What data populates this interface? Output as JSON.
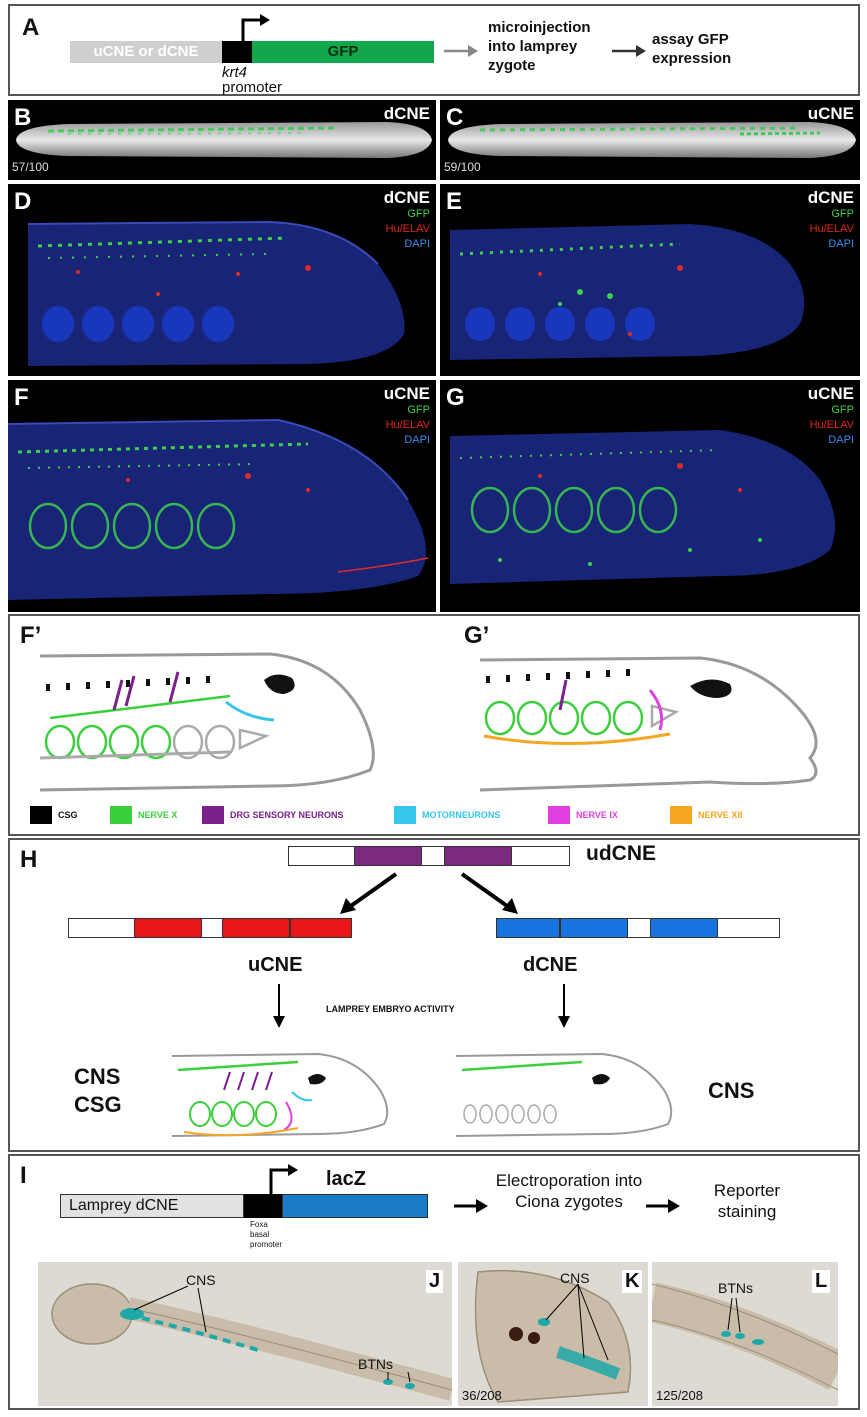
{
  "panel_a": {
    "label": "A",
    "box_text": "uCNE or dCNE",
    "gfp_text": "GFP",
    "promoter_italic": "krt4",
    "promoter_text": "promoter",
    "step1": "microinjection into lamprey zygote",
    "step2": "assay GFP expression"
  },
  "panel_b": {
    "label": "B",
    "tag": "dCNE",
    "count": "57/100"
  },
  "panel_c": {
    "label": "C",
    "tag": "uCNE",
    "count": "59/100"
  },
  "stain_legend": {
    "gfp": "GFP",
    "hu": "Hu/ELAV",
    "dapi": "DAPI"
  },
  "panel_d": {
    "label": "D",
    "tag": "dCNE"
  },
  "panel_e": {
    "label": "E",
    "tag": "dCNE"
  },
  "panel_f": {
    "label": "F",
    "tag": "uCNE"
  },
  "panel_g": {
    "label": "G",
    "tag": "uCNE"
  },
  "panel_fp": {
    "label": "F’"
  },
  "panel_gp": {
    "label": "G’"
  },
  "cell_legend": [
    {
      "label": "CSG",
      "color": "#000000"
    },
    {
      "label": "NERVE X",
      "color": "#3ccf3c"
    },
    {
      "label": "DRG SENSORY NEURONS",
      "color": "#7a1f8c"
    },
    {
      "label": "MOTORNEURONS",
      "color": "#35c6ec"
    },
    {
      "label": "NERVE IX",
      "color": "#e040e0"
    },
    {
      "label": "NERVE XII",
      "color": "#f5a623"
    }
  ],
  "panel_h": {
    "label": "H",
    "top_element": "udCNE",
    "left_element": "uCNE",
    "right_element": "dCNE",
    "activity": "LAMPREY EMBRYO ACTIVITY",
    "left_result_1": "CNS",
    "left_result_2": "CSG",
    "right_result": "CNS"
  },
  "panel_i": {
    "label": "I",
    "box_text": "Lamprey dCNE",
    "lacz_text": "lacZ",
    "promoter_text_1": "Foxa",
    "promoter_text_2": "basal",
    "promoter_text_3": "promoter",
    "step1": "Electroporation into Ciona zygotes",
    "step2": "Reporter staining"
  },
  "panel_j": {
    "label": "J",
    "cns": "CNS",
    "btns": "BTNs"
  },
  "panel_k": {
    "label": "K",
    "cns": "CNS",
    "count": "36/208"
  },
  "panel_l": {
    "label": "L",
    "btns": "BTNs",
    "count": "125/208"
  },
  "colors": {
    "gfp_green": "#10a84a",
    "cne_purple": "#7b2a7f",
    "ucne_red": "#e8161b",
    "dcne_blue": "#1a74e0",
    "lacz_blue": "#1a7ac8"
  }
}
